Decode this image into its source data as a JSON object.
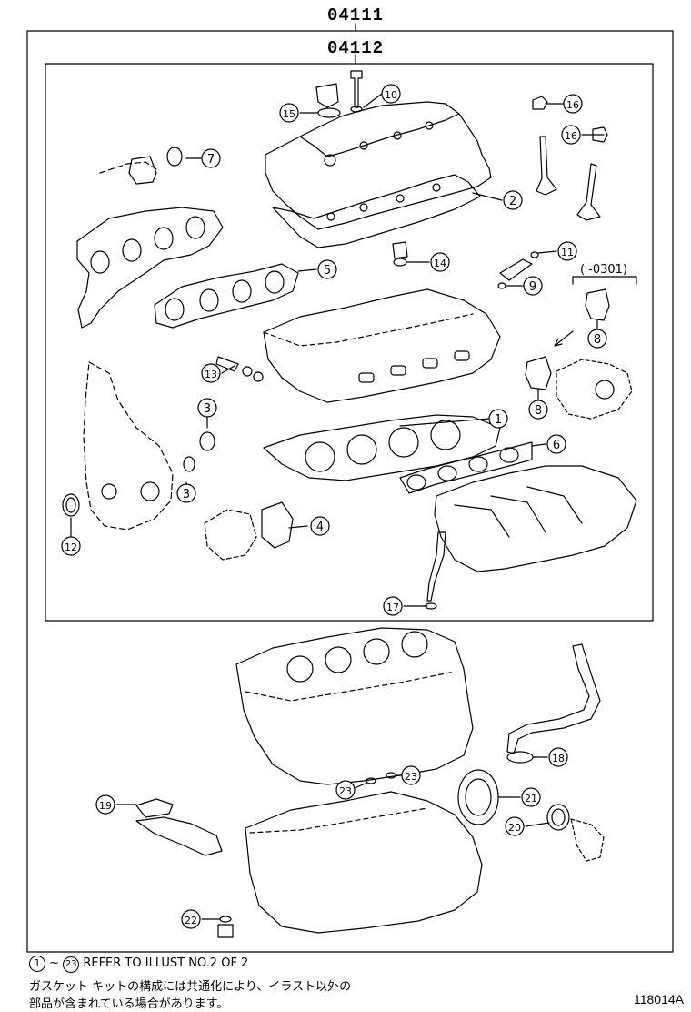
{
  "header": {
    "outer_code": "04111",
    "inner_code": "04112",
    "range_label": "( -0301)"
  },
  "callouts": [
    "1",
    "2",
    "3",
    "3",
    "4",
    "5",
    "6",
    "7",
    "8",
    "8",
    "9",
    "10",
    "11",
    "12",
    "13",
    "14",
    "15",
    "16",
    "16",
    "17",
    "18",
    "19",
    "20",
    "21",
    "22",
    "23",
    "23"
  ],
  "footer": {
    "note_start": "1",
    "note_end": "23",
    "note_text": "REFER TO ILLUST NO.2 OF 2",
    "jp_line1": "ガスケット キットの構成には共通化により、イラスト以外の",
    "jp_line2": "部品が含まれている場合があります。",
    "figure_number": "118014A"
  },
  "colors": {
    "line": "#000000",
    "background": "#ffffff"
  }
}
